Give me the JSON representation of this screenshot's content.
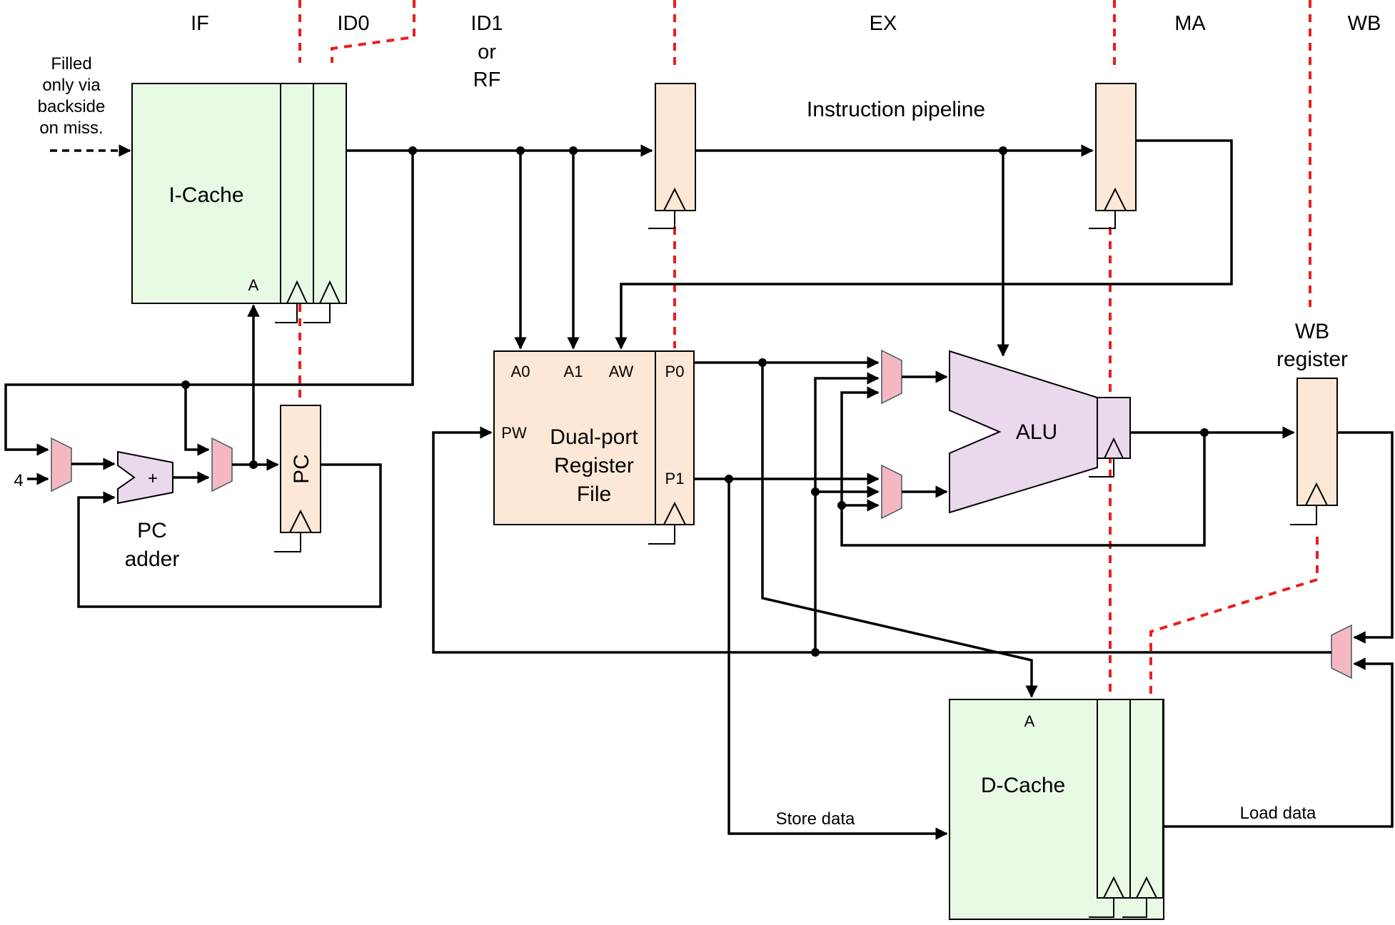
{
  "colors": {
    "cache_fill": "#e8f9e4",
    "pipeline_reg_fill": "#fde8d7",
    "alu_fill": "#ead8ec",
    "mux_fill": "#f5b8c3",
    "stage_divider": "#e82020",
    "wire": "#000000"
  },
  "stages": [
    "IF",
    "ID0",
    "ID1",
    "or",
    "RF",
    "EX",
    "MA",
    "WB"
  ],
  "icache": {
    "title": "I-Cache",
    "port_a": "A",
    "note": [
      "Filled",
      "only via",
      "backside",
      "on miss."
    ]
  },
  "dcache": {
    "title": "D-Cache",
    "port_a": "A"
  },
  "regfile": {
    "title": [
      "Dual-port",
      "Register",
      "File"
    ],
    "ports": [
      "A0",
      "A1",
      "AW",
      "PW",
      "P0",
      "P1"
    ]
  },
  "alu": {
    "title": "ALU"
  },
  "pc": {
    "title": "PC"
  },
  "pc_adder": {
    "title": [
      "PC",
      "adder"
    ],
    "plus": "+",
    "constant": "4"
  },
  "wb_register": {
    "title": [
      "WB",
      "register"
    ]
  },
  "labels": {
    "instruction_pipeline": "Instruction pipeline",
    "store_data": "Store data",
    "load_data": "Load data"
  }
}
